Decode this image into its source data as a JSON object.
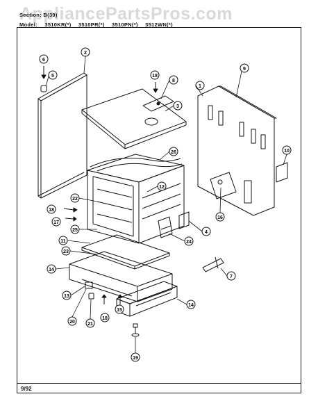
{
  "watermark": "AppliancePartsPros.com",
  "header": {
    "section_label": "Section: B(39)",
    "model_label": "Model:",
    "models": [
      "3510KR(*)",
      "3510PR(*)",
      "3510PN(*)",
      "3512WN(*)"
    ]
  },
  "date_code": "9/92",
  "callouts": [
    "1",
    "2",
    "3",
    "4",
    "5",
    "6",
    "7",
    "8",
    "9",
    "10",
    "11",
    "12",
    "13",
    "14",
    "14",
    "15",
    "16",
    "17",
    "18",
    "18",
    "18",
    "19",
    "20",
    "21",
    "22",
    "23",
    "24",
    "25",
    "26"
  ]
}
